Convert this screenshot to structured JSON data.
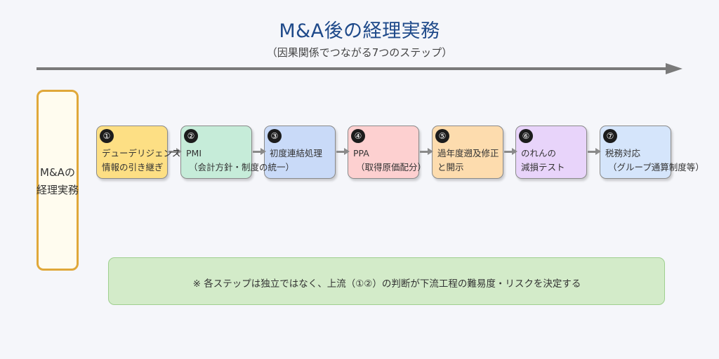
{
  "header": {
    "title": "M&A後の経理実務",
    "subtitle": "（因果関係でつながる7つのステップ）"
  },
  "side_label": "M&Aの\n経理実務",
  "steps": [
    {
      "number": "①",
      "text": "デューデリジェンス\n情報の引き継ぎ",
      "color": "#fddf84"
    },
    {
      "number": "②",
      "text": "PMI\n（会計方針・制度の統一）",
      "color": "#c6ecd9"
    },
    {
      "number": "③",
      "text": "初度連結処理",
      "color": "#c9daf8"
    },
    {
      "number": "④",
      "text": "PPA\n（取得原価配分）",
      "color": "#fdd0d0"
    },
    {
      "number": "⑤",
      "text": "過年度遡及修正\nと開示",
      "color": "#fddcae"
    },
    {
      "number": "⑥",
      "text": "のれんの\n減損テスト",
      "color": "#e8d4fa"
    },
    {
      "number": "⑦",
      "text": "税務対応\n（グループ通算制度等）",
      "color": "#d5e5fb"
    }
  ],
  "note": "※ 各ステップは独立ではなく、上流（①②）の判断が下流工程の難易度・リスクを決定する",
  "colors": {
    "title": "#1f4a8a",
    "timeline": "#7a7a7a",
    "side_border": "#e0a83a",
    "note_bg": "#d3ebc9"
  }
}
